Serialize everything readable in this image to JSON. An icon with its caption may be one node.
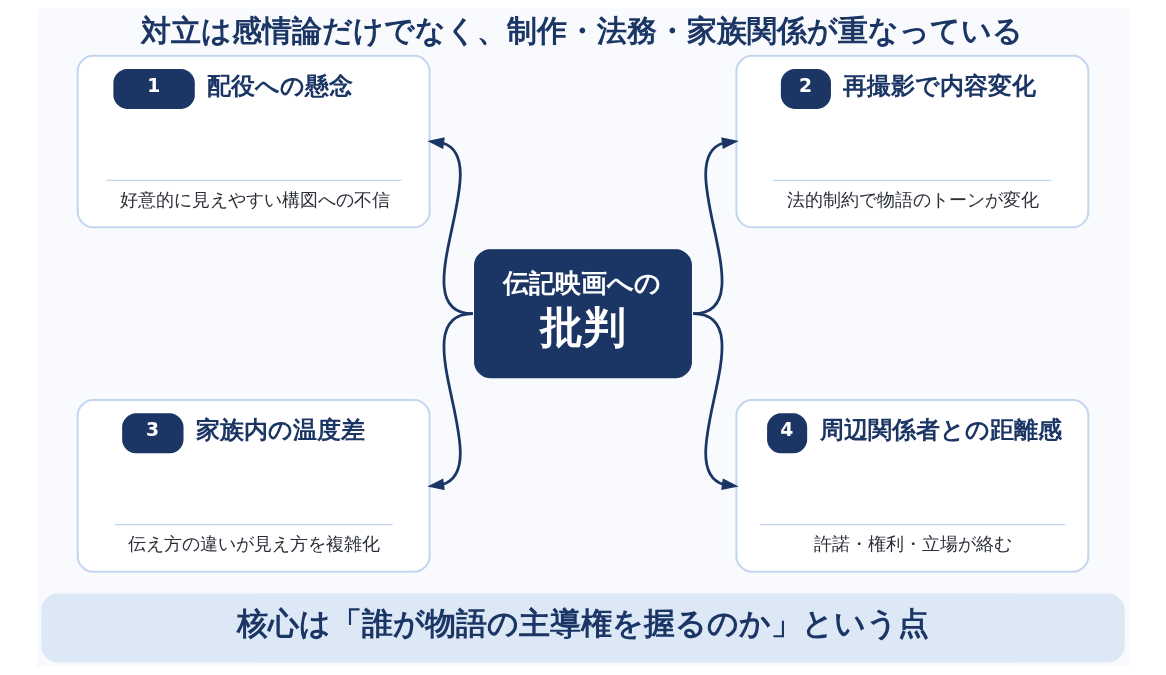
{
  "diagram": {
    "title": "対立は感情論だけでなく、制作・法務・家族関係が重なっている",
    "nodes": [
      {
        "text": [
          "1",
          "配役への懸念",
          "好意的に見えやすい構図への不信"
        ]
      },
      {
        "text": [
          "2",
          "再撮影で内容変化",
          "法的制約で物語のトーンが変化"
        ]
      },
      {
        "text": [
          "伝記映画への",
          "批判"
        ]
      },
      {
        "text": [
          "3",
          "家族内の温度差",
          "伝え方の違いが見え方を複雑化"
        ]
      },
      {
        "text": [
          "4",
          "周辺関係者との距離感",
          "許諾・権利・立場が絡む"
        ]
      },
      {
        "text": [
          "核心は「誰が物語の主導権を握るのか」という点"
        ]
      }
    ],
    "edges": [
      {
        "from": 2,
        "to": 0,
        "arrow": "to"
      },
      {
        "from": 2,
        "to": 1,
        "arrow": "to"
      },
      {
        "from": 2,
        "to": 3,
        "arrow": "to"
      },
      {
        "from": 2,
        "to": 4,
        "arrow": "to"
      }
    ]
  }
}
